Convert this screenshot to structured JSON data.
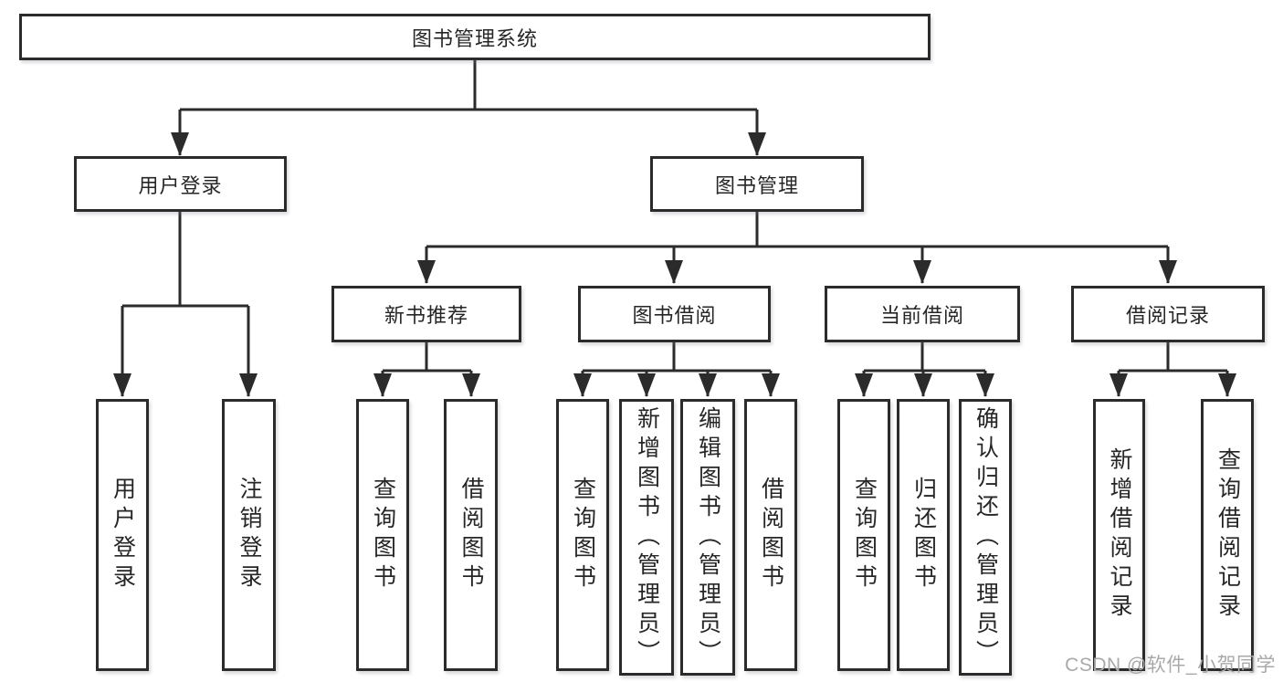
{
  "diagram": {
    "colors": {
      "line": "#2b2b2b",
      "text": "#262626",
      "background": "#ffffff",
      "watermark": "#a9a9a9"
    },
    "tree": {
      "label": "图书管理系统",
      "children": [
        {
          "label": "用户登录",
          "children": [
            {
              "label": "用户登录"
            },
            {
              "label": "注销登录"
            }
          ]
        },
        {
          "label": "图书管理",
          "children": [
            {
              "label": "新书推荐",
              "children": [
                {
                  "label": "查询图书"
                },
                {
                  "label": "借阅图书"
                }
              ]
            },
            {
              "label": "图书借阅",
              "children": [
                {
                  "label": "查询图书"
                },
                {
                  "label": "新增图书（管理员）"
                },
                {
                  "label": "编辑图书（管理员）"
                },
                {
                  "label": "借阅图书"
                }
              ]
            },
            {
              "label": "当前借阅",
              "children": [
                {
                  "label": "查询图书"
                },
                {
                  "label": "归还图书"
                },
                {
                  "label": "确认归还（管理员）"
                }
              ]
            },
            {
              "label": "借阅记录",
              "children": [
                {
                  "label": "新增借阅记录"
                },
                {
                  "label": "查询借阅记录"
                }
              ]
            }
          ]
        }
      ]
    },
    "watermark": "CSDN @软件_小贺同学"
  }
}
